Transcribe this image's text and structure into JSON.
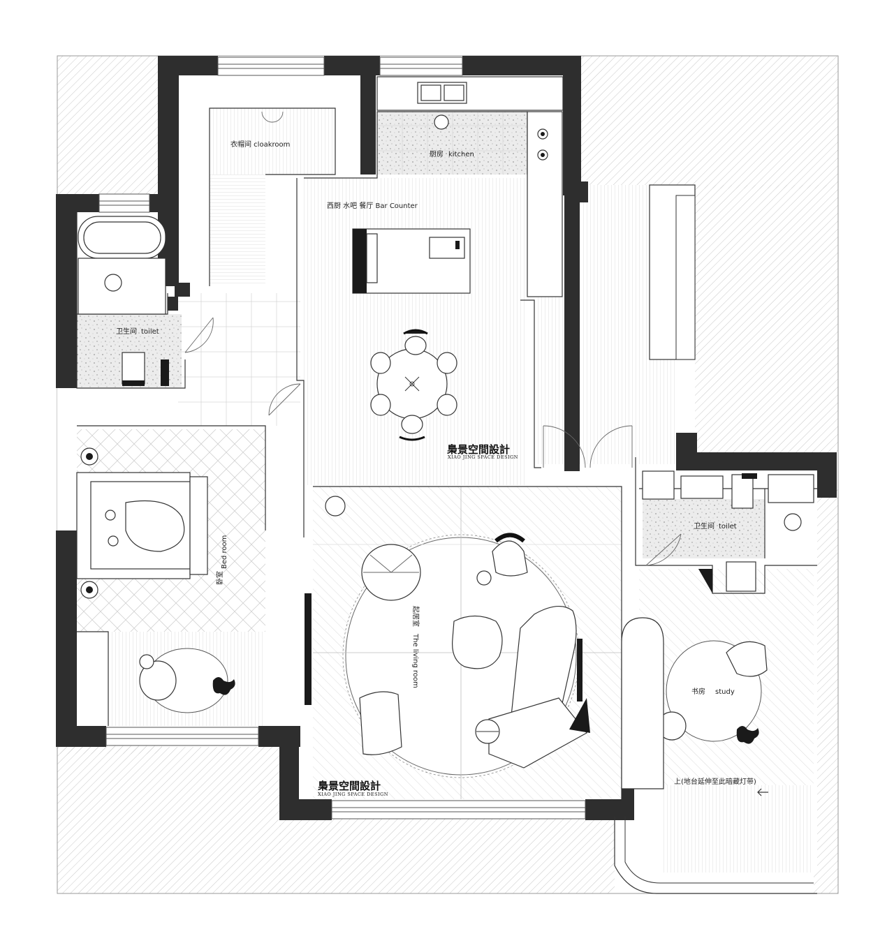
{
  "rooms": {
    "cloakroom": "衣帽间  cloakroom",
    "kitchen_cn": "厨房",
    "kitchen_en": "kitchen",
    "bar_counter": "西厨  水吧  餐厅   Bar Counter",
    "toilet1_cn": "卫生间",
    "toilet1_en": "toilet",
    "toilet2_cn": "卫生间",
    "toilet2_en": "toilet",
    "bedroom_cn": "卧室",
    "bedroom_en": "Bed room",
    "living_cn": "起居室",
    "living_en": "The living room",
    "study_cn": "书房",
    "study_en": "study",
    "stair_note": "上(地台延伸至此暗藏灯带)"
  },
  "brand": {
    "name": "梟景空間設計",
    "sub": "XIAO JING SPACE DESIGN"
  },
  "colors": {
    "wall": "#2e2e2e",
    "hatch": "#bdbdbd",
    "terrazzo": "#e6e6e6"
  }
}
